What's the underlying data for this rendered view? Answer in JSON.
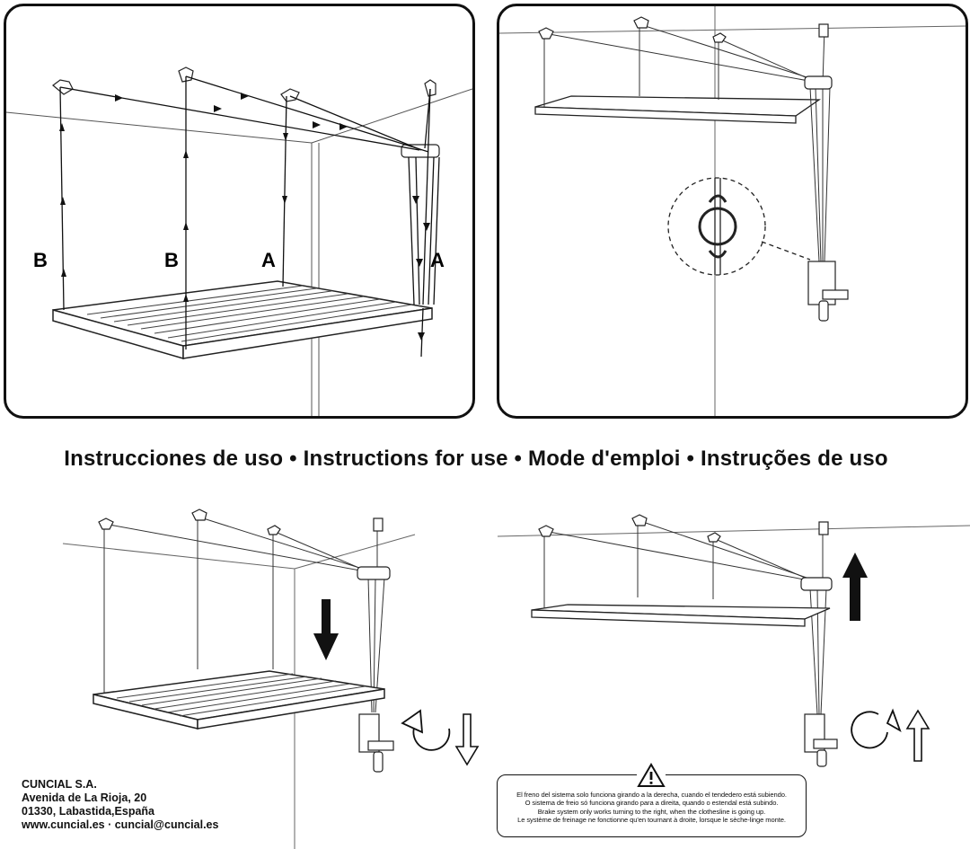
{
  "title": "Instrucciones de uso • Instructions for use • Mode d'emploi • Instruções de uso",
  "panel1": {
    "labels": [
      "B",
      "B",
      "A",
      "A"
    ]
  },
  "company": {
    "name": "CUNCIAL S.A.",
    "address1": "Avenida de La Rioja, 20",
    "address2": "01330, Labastida,España",
    "web": "www.cuncial.es · cuncial@cuncial.es"
  },
  "warning": {
    "lines": [
      "El freno del sistema solo funciona girando a la derecha, cuando el tendedero está subiendo.",
      "O sistema de freio só funciona girando para a direita, quando o estendal está subindo.",
      "Brake system only works turning to the right, when the clothesline is going up.",
      "Le système de freinage ne fonctionne qu'en tournant à droite, lorsque le sèche-linge monte."
    ]
  },
  "icons": {
    "arrow_down": "down-arrow-icon",
    "arrow_up": "up-arrow-icon",
    "rotate_ccw": "rotate-counterclockwise-icon",
    "rotate_cw": "rotate-clockwise-icon",
    "warning": "warning-triangle-icon"
  }
}
